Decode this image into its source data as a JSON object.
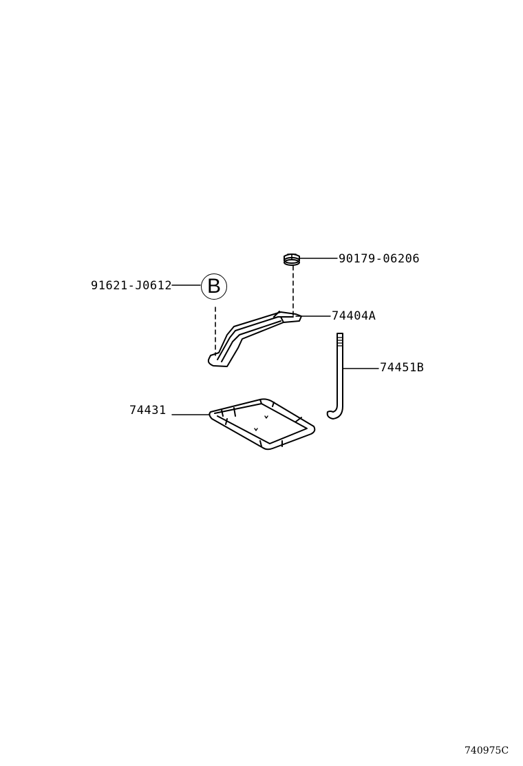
{
  "diagram": {
    "type": "exploded-parts-diagram",
    "reference_code": "740975C",
    "colors": {
      "line": "#000000",
      "background": "#ffffff"
    },
    "parts": [
      {
        "id": "bolt",
        "part_number": "90179-06206",
        "icon": "nut-bolt-icon"
      },
      {
        "id": "ref-b",
        "part_number": "91621-J0612",
        "callout": "B",
        "icon": "circle-callout-icon"
      },
      {
        "id": "clamp",
        "part_number": "74404A",
        "icon": "battery-clamp-icon"
      },
      {
        "id": "hook-bolt",
        "part_number": "74451B",
        "icon": "j-hook-bolt-icon"
      },
      {
        "id": "tray",
        "part_number": "74431",
        "icon": "battery-tray-icon"
      }
    ]
  }
}
